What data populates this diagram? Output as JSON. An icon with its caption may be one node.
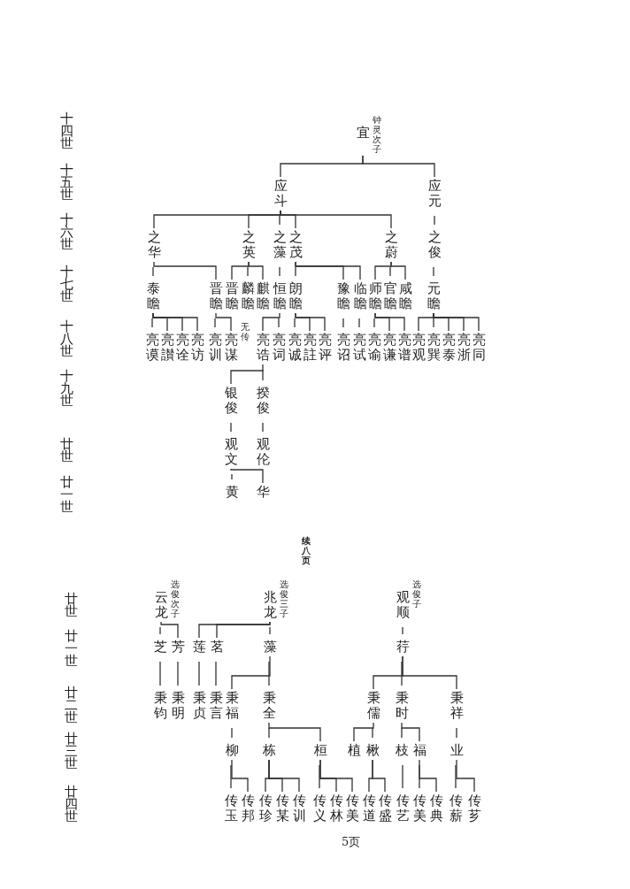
{
  "diagram": {
    "nodes": [
      {
        "text": [
          "宜"
        ],
        "beside": [
          "钟灵次子"
        ]
      },
      {
        "text": [
          "应斗"
        ]
      },
      {
        "text": [
          "应元"
        ]
      },
      {
        "text": [
          "之华"
        ]
      },
      {
        "text": [
          "之英"
        ]
      },
      {
        "text": [
          "之藻"
        ]
      },
      {
        "text": [
          "之茂"
        ]
      },
      {
        "text": [
          "之蔚"
        ]
      },
      {
        "text": [
          "之俊"
        ]
      },
      {
        "text": [
          "泰瞻"
        ]
      },
      {
        "text": [
          "晋瞻"
        ]
      },
      {
        "text": [
          "晋瞻"
        ]
      },
      {
        "text": [
          "麟瞻"
        ]
      },
      {
        "text": [
          "麒瞻"
        ]
      },
      {
        "text": [
          "恒瞻"
        ]
      },
      {
        "text": [
          "朗瞻"
        ]
      },
      {
        "text": [
          "豫瞻"
        ]
      },
      {
        "text": [
          "临瞻"
        ]
      },
      {
        "text": [
          "师瞻"
        ]
      },
      {
        "text": [
          "官瞻"
        ]
      },
      {
        "text": [
          "咸瞻"
        ]
      },
      {
        "text": [
          "元瞻"
        ]
      },
      {
        "text": [
          "亮谟"
        ]
      },
      {
        "text": [
          "亮讃"
        ]
      },
      {
        "text": [
          "亮诠"
        ]
      },
      {
        "text": [
          "亮访"
        ]
      },
      {
        "text": [
          "亮训"
        ]
      },
      {
        "text": [
          "亮谋"
        ],
        "beside": [
          "无传"
        ]
      },
      {
        "text": [
          "亮诰"
        ]
      },
      {
        "text": [
          "亮词"
        ]
      },
      {
        "text": [
          "亮诚"
        ]
      },
      {
        "text": [
          "亮註"
        ]
      },
      {
        "text": [
          "亮评"
        ]
      },
      {
        "text": [
          "亮诏"
        ]
      },
      {
        "text": [
          "亮试"
        ]
      },
      {
        "text": [
          "亮谕"
        ]
      },
      {
        "text": [
          "亮谦"
        ]
      },
      {
        "text": [
          "亮谱"
        ]
      },
      {
        "text": [
          "亮观"
        ]
      },
      {
        "text": [
          "亮巽"
        ]
      },
      {
        "text": [
          "亮泰"
        ]
      },
      {
        "text": [
          "亮浙"
        ]
      },
      {
        "text": [
          "亮同"
        ]
      },
      {
        "text": [
          "银俊"
        ]
      },
      {
        "text": [
          "揆俊"
        ]
      },
      {
        "text": [
          "观文"
        ]
      },
      {
        "text": [
          "观伦"
        ]
      },
      {
        "text": [
          "黄"
        ]
      },
      {
        "text": [
          "华"
        ]
      },
      {
        "text": [
          "云龙"
        ],
        "beside": [
          "选俊次子"
        ]
      },
      {
        "text": [
          "兆龙"
        ],
        "beside": [
          "选俊三子"
        ]
      },
      {
        "text": [
          "观顺"
        ],
        "beside": [
          "选俊子"
        ]
      },
      {
        "text": [
          "芝"
        ]
      },
      {
        "text": [
          "芳"
        ]
      },
      {
        "text": [
          "莲"
        ]
      },
      {
        "text": [
          "茗"
        ]
      },
      {
        "text": [
          "藻"
        ]
      },
      {
        "text": [
          "荇"
        ]
      },
      {
        "text": [
          "秉钧"
        ]
      },
      {
        "text": [
          "秉明"
        ]
      },
      {
        "text": [
          "秉贞"
        ]
      },
      {
        "text": [
          "秉言"
        ]
      },
      {
        "text": [
          "秉福"
        ]
      },
      {
        "text": [
          "秉全"
        ]
      },
      {
        "text": [
          "秉儒"
        ]
      },
      {
        "text": [
          "秉时"
        ]
      },
      {
        "text": [
          "秉祥"
        ]
      },
      {
        "text": [
          "柳"
        ]
      },
      {
        "text": [
          "栋"
        ]
      },
      {
        "text": [
          "桓"
        ]
      },
      {
        "text": [
          "植"
        ]
      },
      {
        "text": [
          "楸"
        ]
      },
      {
        "text": [
          "枝"
        ]
      },
      {
        "text": [
          "福"
        ]
      },
      {
        "text": [
          "业"
        ]
      },
      {
        "text": [
          "传玉"
        ]
      },
      {
        "text": [
          "传邦"
        ]
      },
      {
        "text": [
          "传珍"
        ]
      },
      {
        "text": [
          "传某"
        ]
      },
      {
        "text": [
          "传训"
        ]
      },
      {
        "text": [
          "传义"
        ]
      },
      {
        "text": [
          "传林"
        ]
      },
      {
        "text": [
          "传美"
        ]
      },
      {
        "text": [
          "传道"
        ]
      },
      {
        "text": [
          "传盛"
        ]
      },
      {
        "text": [
          "传艺"
        ]
      },
      {
        "text": [
          "传美"
        ]
      },
      {
        "text": [
          "传典"
        ]
      },
      {
        "text": [
          "传薪"
        ]
      },
      {
        "text": [
          "传芗"
        ]
      }
    ],
    "edges": [
      {
        "from": 0,
        "to": 1,
        "arrow": "none"
      },
      {
        "from": 0,
        "to": 2,
        "arrow": "none"
      },
      {
        "from": 1,
        "to": 3,
        "arrow": "none"
      },
      {
        "from": 1,
        "to": 4,
        "arrow": "none"
      },
      {
        "from": 1,
        "to": 5,
        "arrow": "none"
      },
      {
        "from": 1,
        "to": 6,
        "arrow": "none"
      },
      {
        "from": 1,
        "to": 7,
        "arrow": "none"
      },
      {
        "from": 2,
        "to": 8,
        "arrow": "none"
      },
      {
        "from": 3,
        "to": 9,
        "arrow": "none"
      },
      {
        "from": 3,
        "to": 10,
        "arrow": "none"
      },
      {
        "from": 4,
        "to": 11,
        "arrow": "none"
      },
      {
        "from": 4,
        "to": 12,
        "arrow": "none"
      },
      {
        "from": 4,
        "to": 13,
        "arrow": "none"
      },
      {
        "from": 5,
        "to": 14,
        "arrow": "none"
      },
      {
        "from": 6,
        "to": 15,
        "arrow": "none"
      },
      {
        "from": 6,
        "to": 16,
        "arrow": "none"
      },
      {
        "from": 6,
        "to": 17,
        "arrow": "none"
      },
      {
        "from": 7,
        "to": 18,
        "arrow": "none"
      },
      {
        "from": 7,
        "to": 19,
        "arrow": "none"
      },
      {
        "from": 7,
        "to": 20,
        "arrow": "none"
      },
      {
        "from": 8,
        "to": 21,
        "arrow": "none"
      },
      {
        "from": 9,
        "to": 22,
        "arrow": "none"
      },
      {
        "from": 9,
        "to": 23,
        "arrow": "none"
      },
      {
        "from": 9,
        "to": 24,
        "arrow": "none"
      },
      {
        "from": 9,
        "to": 25,
        "arrow": "none"
      },
      {
        "from": 10,
        "to": 26,
        "arrow": "none"
      },
      {
        "from": 10,
        "to": 27,
        "arrow": "none"
      },
      {
        "from": 14,
        "to": 28,
        "arrow": "none"
      },
      {
        "from": 14,
        "to": 29,
        "arrow": "none"
      },
      {
        "from": 15,
        "to": 30,
        "arrow": "none"
      },
      {
        "from": 15,
        "to": 31,
        "arrow": "none"
      },
      {
        "from": 15,
        "to": 32,
        "arrow": "none"
      },
      {
        "from": 16,
        "to": 33,
        "arrow": "none"
      },
      {
        "from": 17,
        "to": 34,
        "arrow": "none"
      },
      {
        "from": 18,
        "to": 35,
        "arrow": "none"
      },
      {
        "from": 18,
        "to": 36,
        "arrow": "none"
      },
      {
        "from": 18,
        "to": 37,
        "arrow": "none"
      },
      {
        "from": 21,
        "to": 38,
        "arrow": "none"
      },
      {
        "from": 21,
        "to": 39,
        "arrow": "none"
      },
      {
        "from": 21,
        "to": 40,
        "arrow": "none"
      },
      {
        "from": 21,
        "to": 41,
        "arrow": "none"
      },
      {
        "from": 21,
        "to": 42,
        "arrow": "none"
      },
      {
        "from": 28,
        "to": 43,
        "arrow": "none"
      },
      {
        "from": 28,
        "to": 44,
        "arrow": "none"
      },
      {
        "from": 43,
        "to": 45,
        "arrow": "none"
      },
      {
        "from": 44,
        "to": 46,
        "arrow": "none"
      },
      {
        "from": 45,
        "to": 47,
        "arrow": "none"
      },
      {
        "from": 45,
        "to": 48,
        "arrow": "none"
      },
      {
        "from": 49,
        "to": 52,
        "arrow": "none"
      },
      {
        "from": 49,
        "to": 53,
        "arrow": "none"
      },
      {
        "from": 50,
        "to": 54,
        "arrow": "none"
      },
      {
        "from": 50,
        "to": 55,
        "arrow": "none"
      },
      {
        "from": 50,
        "to": 56,
        "arrow": "none"
      },
      {
        "from": 51,
        "to": 57,
        "arrow": "none"
      },
      {
        "from": 52,
        "to": 58,
        "arrow": "none"
      },
      {
        "from": 53,
        "to": 59,
        "arrow": "none"
      },
      {
        "from": 54,
        "to": 60,
        "arrow": "none"
      },
      {
        "from": 55,
        "to": 61,
        "arrow": "none"
      },
      {
        "from": 56,
        "to": 62,
        "arrow": "none"
      },
      {
        "from": 56,
        "to": 63,
        "arrow": "none"
      },
      {
        "from": 57,
        "to": 64,
        "arrow": "none"
      },
      {
        "from": 57,
        "to": 65,
        "arrow": "none"
      },
      {
        "from": 57,
        "to": 66,
        "arrow": "none"
      },
      {
        "from": 62,
        "to": 67,
        "arrow": "none"
      },
      {
        "from": 63,
        "to": 68,
        "arrow": "none"
      },
      {
        "from": 63,
        "to": 69,
        "arrow": "none"
      },
      {
        "from": 64,
        "to": 70,
        "arrow": "none"
      },
      {
        "from": 64,
        "to": 71,
        "arrow": "none"
      },
      {
        "from": 65,
        "to": 72,
        "arrow": "none"
      },
      {
        "from": 65,
        "to": 73,
        "arrow": "none"
      },
      {
        "from": 66,
        "to": 74,
        "arrow": "none"
      },
      {
        "from": 67,
        "to": 75,
        "arrow": "none"
      },
      {
        "from": 67,
        "to": 76,
        "arrow": "none"
      },
      {
        "from": 68,
        "to": 77,
        "arrow": "none"
      },
      {
        "from": 68,
        "to": 78,
        "arrow": "none"
      },
      {
        "from": 68,
        "to": 79,
        "arrow": "none"
      },
      {
        "from": 69,
        "to": 80,
        "arrow": "none"
      },
      {
        "from": 69,
        "to": 81,
        "arrow": "none"
      },
      {
        "from": 69,
        "to": 82,
        "arrow": "none"
      },
      {
        "from": 71,
        "to": 83,
        "arrow": "none"
      },
      {
        "from": 71,
        "to": 84,
        "arrow": "none"
      },
      {
        "from": 72,
        "to": 85,
        "arrow": "none"
      },
      {
        "from": 73,
        "to": 86,
        "arrow": "none"
      },
      {
        "from": 73,
        "to": 87,
        "arrow": "none"
      },
      {
        "from": 74,
        "to": 88,
        "arrow": "none"
      },
      {
        "from": 74,
        "to": 89,
        "arrow": "none"
      }
    ],
    "labels": [
      "十四世",
      "十五世",
      "十六世",
      "十七世",
      "十八世",
      "十九世",
      "廿世",
      "廿一世",
      "续八页",
      "廿世",
      "廿一世",
      "廿二世",
      "廿三世",
      "廿四世",
      "5页"
    ]
  }
}
